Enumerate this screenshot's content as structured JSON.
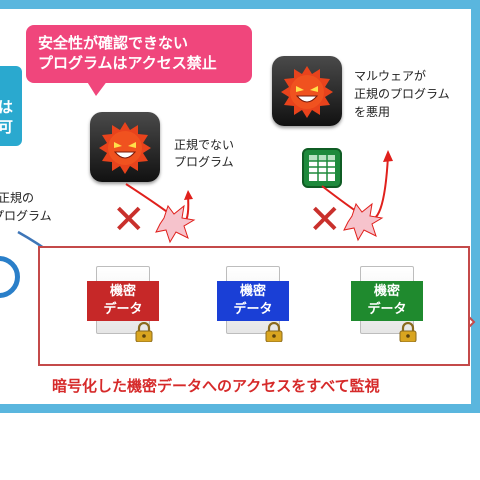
{
  "diagram": {
    "bubble": {
      "line1": "安全性が確認できない",
      "line2": "プログラムはアクセス禁止"
    },
    "left_box": {
      "ch1": "は",
      "ch2": "可"
    },
    "nodes": {
      "malicious": {
        "line1": "正規でない",
        "line2": "プログラム",
        "icon": "evil-face-icon"
      },
      "malware": {
        "line1": "マルウェアが",
        "line2": "正規のプログラム",
        "line3": "を悪用",
        "icon": "evil-face-icon"
      },
      "legit": {
        "line1": "正規の",
        "line2": "プログラム"
      }
    },
    "documents": [
      {
        "line1": "機密",
        "line2": "データ",
        "color": "#c62828"
      },
      {
        "line1": "機密",
        "line2": "データ",
        "color": "#1a3fd6"
      },
      {
        "line1": "機密",
        "line2": "データ",
        "color": "#1f8a2e"
      }
    ],
    "caption": "暗号化した機密データへのアクセスをすべて監視",
    "colors": {
      "border": "#5ab6de",
      "bubble": "#f0467c",
      "frame": "#c44a4a",
      "block_x": "#c9302c",
      "arrow": "#e0201c",
      "caption": "#d62a2a"
    }
  }
}
